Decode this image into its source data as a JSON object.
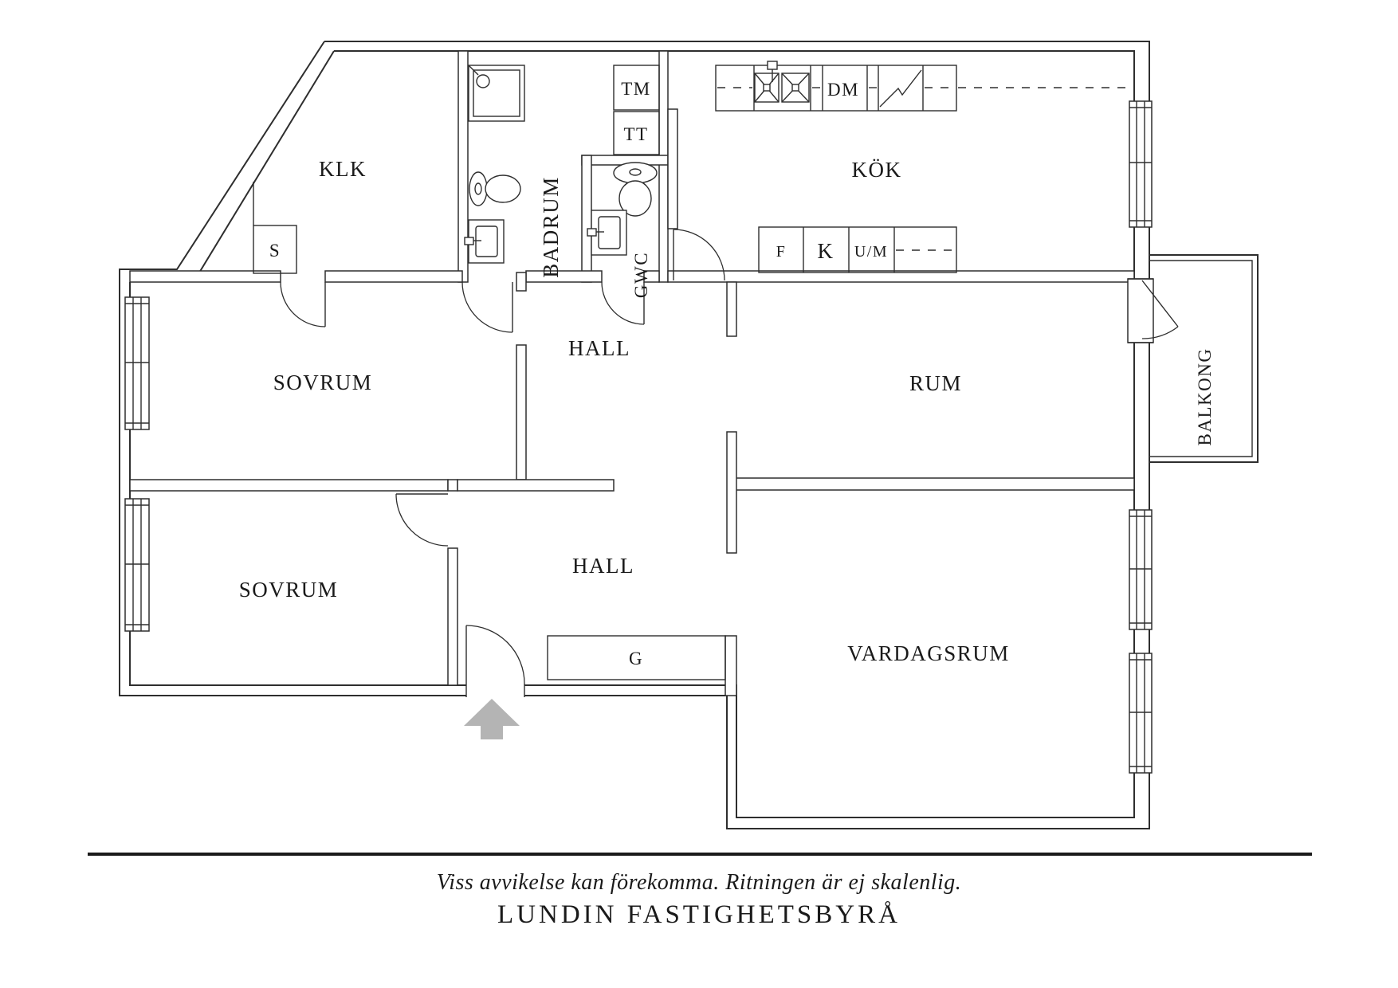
{
  "colors": {
    "wall": "#2e2e2e",
    "text": "#1a1a1a",
    "arrow": "#b4b4b4",
    "background": "#ffffff"
  },
  "floorplan": {
    "rooms": {
      "klk": "KLK",
      "badrum": "BADRUM",
      "gwc": "GWC",
      "kok": "KÖK",
      "sovrum_top": "SOVRUM",
      "hall_upper": "HALL",
      "rum": "RUM",
      "sovrum_bottom": "SOVRUM",
      "hall_lower": "HALL",
      "vardagsrum": "VARDAGSRUM",
      "balkong": "BALKONG"
    },
    "closets": {
      "s": "S",
      "g": "G"
    },
    "appliances": {
      "tm": "TM",
      "tt": "TT",
      "dm": "DM",
      "f": "F",
      "k": "K",
      "um": "U/M"
    }
  },
  "footer": {
    "disclaimer": "Viss avvikelse kan förekomma. Ritningen är ej skalenlig.",
    "brand": "LUNDIN FASTIGHETSBYRÅ"
  }
}
